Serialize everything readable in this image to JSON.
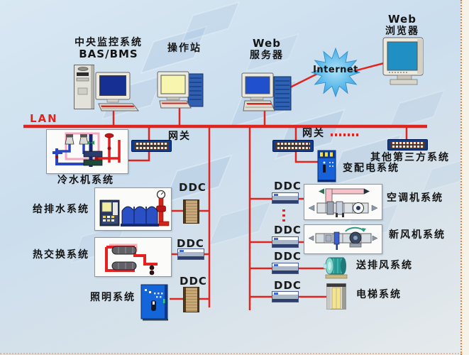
{
  "colors": {
    "bus_red": "#e0251e",
    "label": "#141414",
    "cabinet_blue": "#1565da",
    "gateway_blue": "#0a3c92",
    "internet_blue": "#45aae4"
  },
  "lan": {
    "label": "LAN"
  },
  "nodes": {
    "central": {
      "line1": "中央监控系统",
      "line2": "BAS/BMS"
    },
    "operator": {
      "label": "操作站"
    },
    "web_server": {
      "line1": "Web",
      "line2": "服务器"
    },
    "internet": {
      "label": "Internet"
    },
    "web_browser": {
      "line1": "Web",
      "line2": "浏览器"
    }
  },
  "gateways": {
    "left": {
      "label": "网关"
    },
    "right": {
      "label": "网关"
    },
    "third_party": {
      "label": "其他第三方系统"
    }
  },
  "left_branch": [
    {
      "name": "chiller",
      "label": "冷水机系统"
    },
    {
      "name": "water-supply-drainage",
      "label": "给排水系统",
      "ddc": "DDC"
    },
    {
      "name": "heat-exchange",
      "label": "热交换系统",
      "ddc": "DDC"
    },
    {
      "name": "lighting",
      "label": "照明系统",
      "ddc": "DDC"
    }
  ],
  "right_branch": [
    {
      "name": "power-distribution",
      "label": "变配电系统"
    },
    {
      "name": "air-conditioning",
      "label": "空调机系统",
      "ddc": "DDC"
    },
    {
      "name": "fresh-air",
      "label": "新风机系统",
      "ddc": "DDC"
    },
    {
      "name": "supply-exhaust-fan",
      "label": "送排风系统",
      "ddc": "DDC"
    },
    {
      "name": "elevator",
      "label": "电梯系统",
      "ddc": "DDC"
    }
  ]
}
